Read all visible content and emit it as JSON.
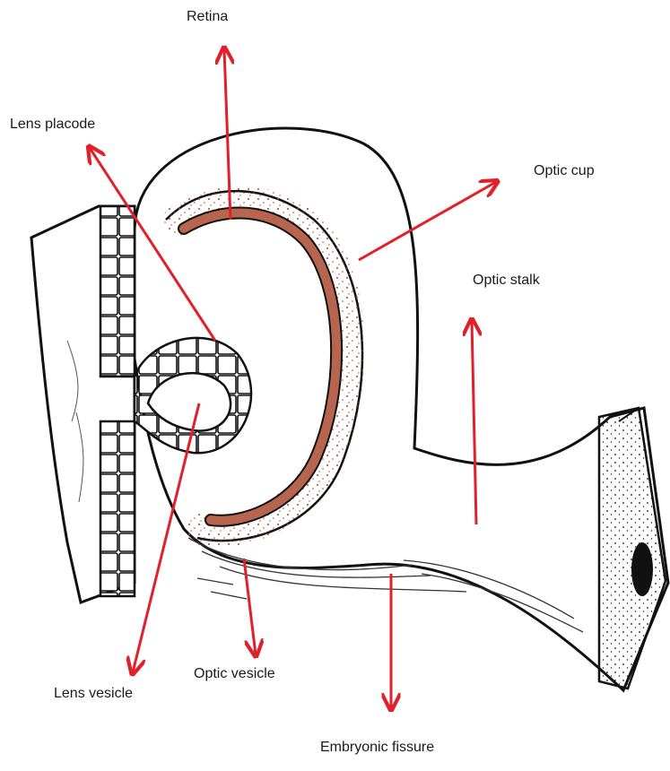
{
  "labels": {
    "retina": "Retina",
    "lens_placode": "Lens placode",
    "optic_cup": "Optic cup",
    "optic_stalk": "Optic stalk",
    "lens_vesicle": "Lens vesicle",
    "optic_vesicle": "Optic vesicle",
    "embryonic_fissure": "Embryonic fissure"
  },
  "colors": {
    "arrow": "#e0202a",
    "outline": "#111111",
    "retina_fill": "#b8654f",
    "speckle": "#a9442c",
    "background": "#ffffff"
  }
}
